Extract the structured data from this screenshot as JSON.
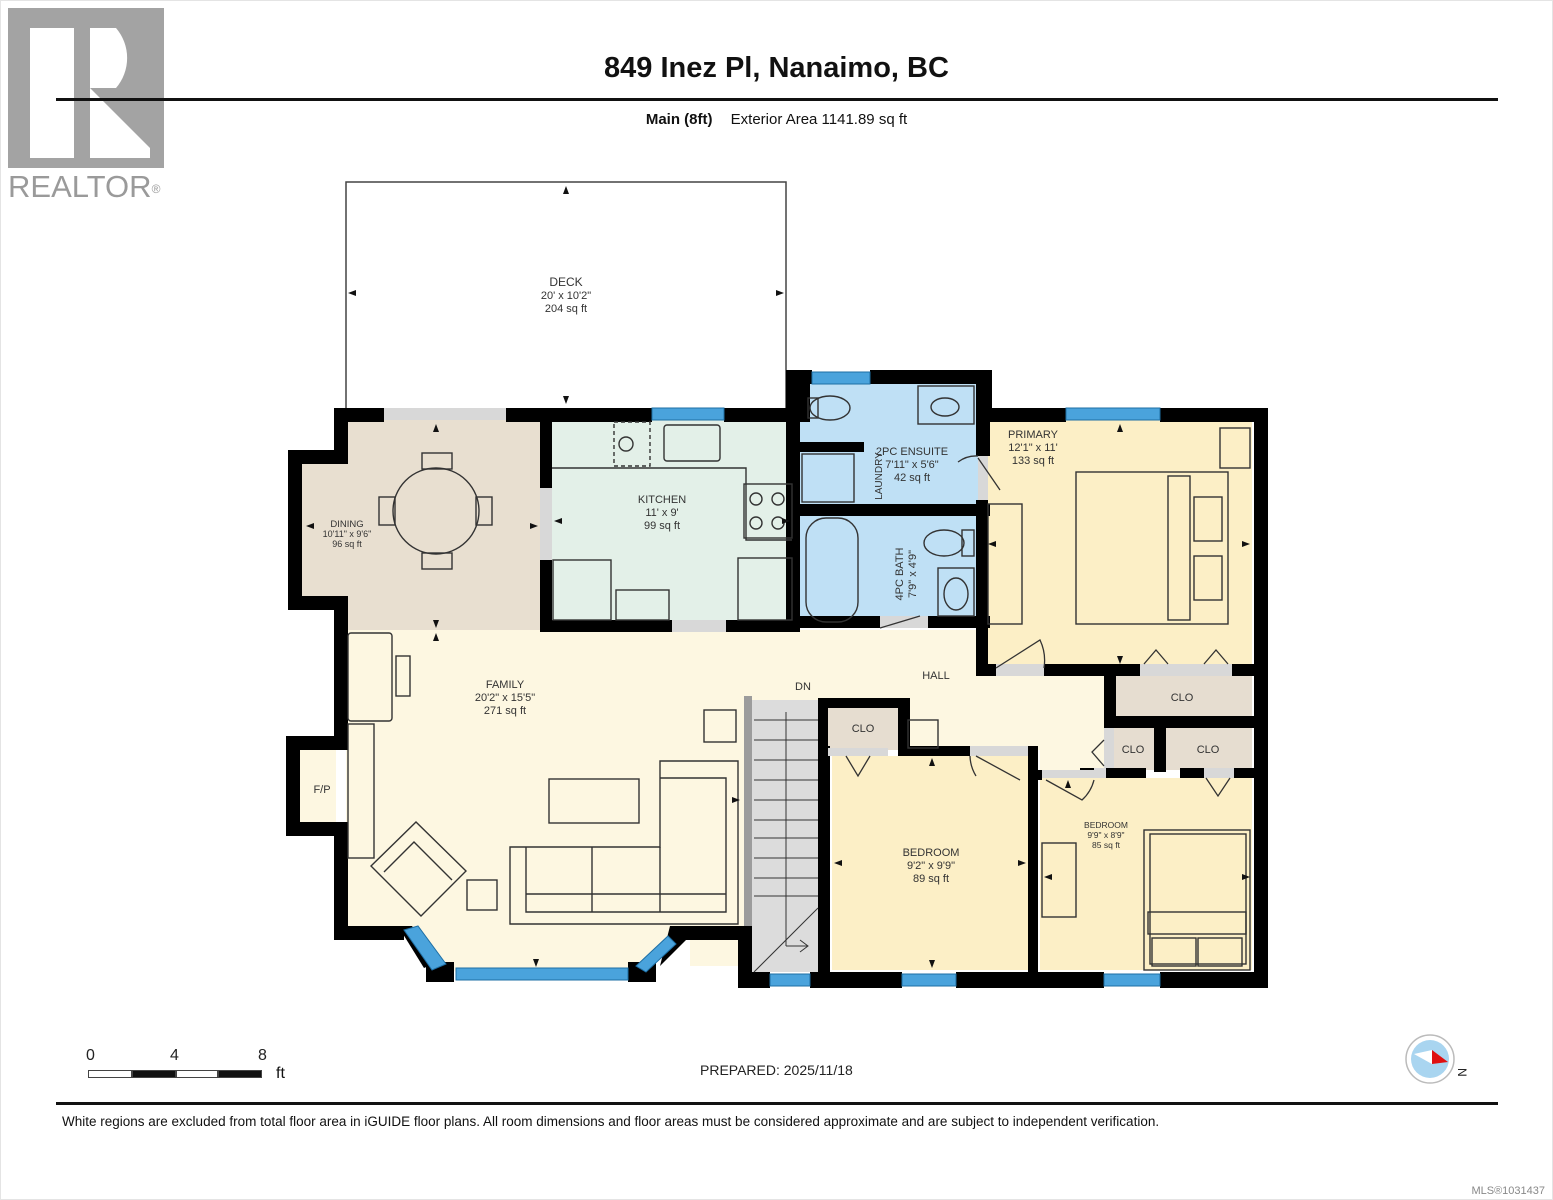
{
  "branding": {
    "logo_text": "REALTOR",
    "registered_mark": "®"
  },
  "header": {
    "title": "849 Inez Pl, Nanaimo, BC",
    "level": "Main (8ft)",
    "exterior_area": "Exterior Area 1141.89 sq ft"
  },
  "rooms": {
    "deck": {
      "name": "DECK",
      "dims": "20' x 10'2\"",
      "area": "204 sq ft"
    },
    "dining": {
      "name": "DINING",
      "dims": "10'11\" x 9'6\"",
      "area": "96 sq ft"
    },
    "kitchen": {
      "name": "KITCHEN",
      "dims": "11' x 9'",
      "area": "99 sq ft"
    },
    "ensuite": {
      "name": "2PC ENSUITE",
      "dims": "7'11\" x 5'6\"",
      "area": "42 sq ft"
    },
    "laundry": {
      "name": "LAUNDRY"
    },
    "bath": {
      "name": "4PC BATH",
      "dims": "7'9\" x 4'9\""
    },
    "primary": {
      "name": "PRIMARY",
      "dims": "12'1\" x 11'",
      "area": "133 sq ft"
    },
    "family": {
      "name": "FAMILY",
      "dims": "20'2\" x 15'5\"",
      "area": "271 sq ft"
    },
    "hall": {
      "name": "HALL"
    },
    "stairs": {
      "name": "DN"
    },
    "fireplace": {
      "name": "F/P"
    },
    "bedroom1": {
      "name": "BEDROOM",
      "dims": "9'2\" x 9'9\"",
      "area": "89 sq ft"
    },
    "bedroom2": {
      "name": "BEDROOM",
      "dims": "9'9\" x 8'9\"",
      "area": "85 sq ft"
    },
    "closets": [
      "CLO",
      "CLO",
      "CLO",
      "CLO"
    ]
  },
  "scale_bar": {
    "ticks": [
      "0",
      "4",
      "8"
    ],
    "unit": "ft"
  },
  "compass": {
    "label": "N"
  },
  "footer": {
    "prepared": "PREPARED: 2025/11/18",
    "disclaimer": "White regions are excluded from total floor area in iGUIDE floor plans. All room dimensions and floor areas must be considered approximate and are subject to independent verification.",
    "mls": "MLS®1031437"
  },
  "colors": {
    "wall": "#000000",
    "dining": "#e8dfd0",
    "kitchen": "#e3f0e8",
    "bath": "#bfe0f5",
    "bedroom": "#fcefc6",
    "family": "#fdf7e1",
    "closet": "#e6ddd0",
    "stairs": "#dcdcdc",
    "window": "#4aa3dc",
    "door_gap": "#d8d8d8"
  }
}
